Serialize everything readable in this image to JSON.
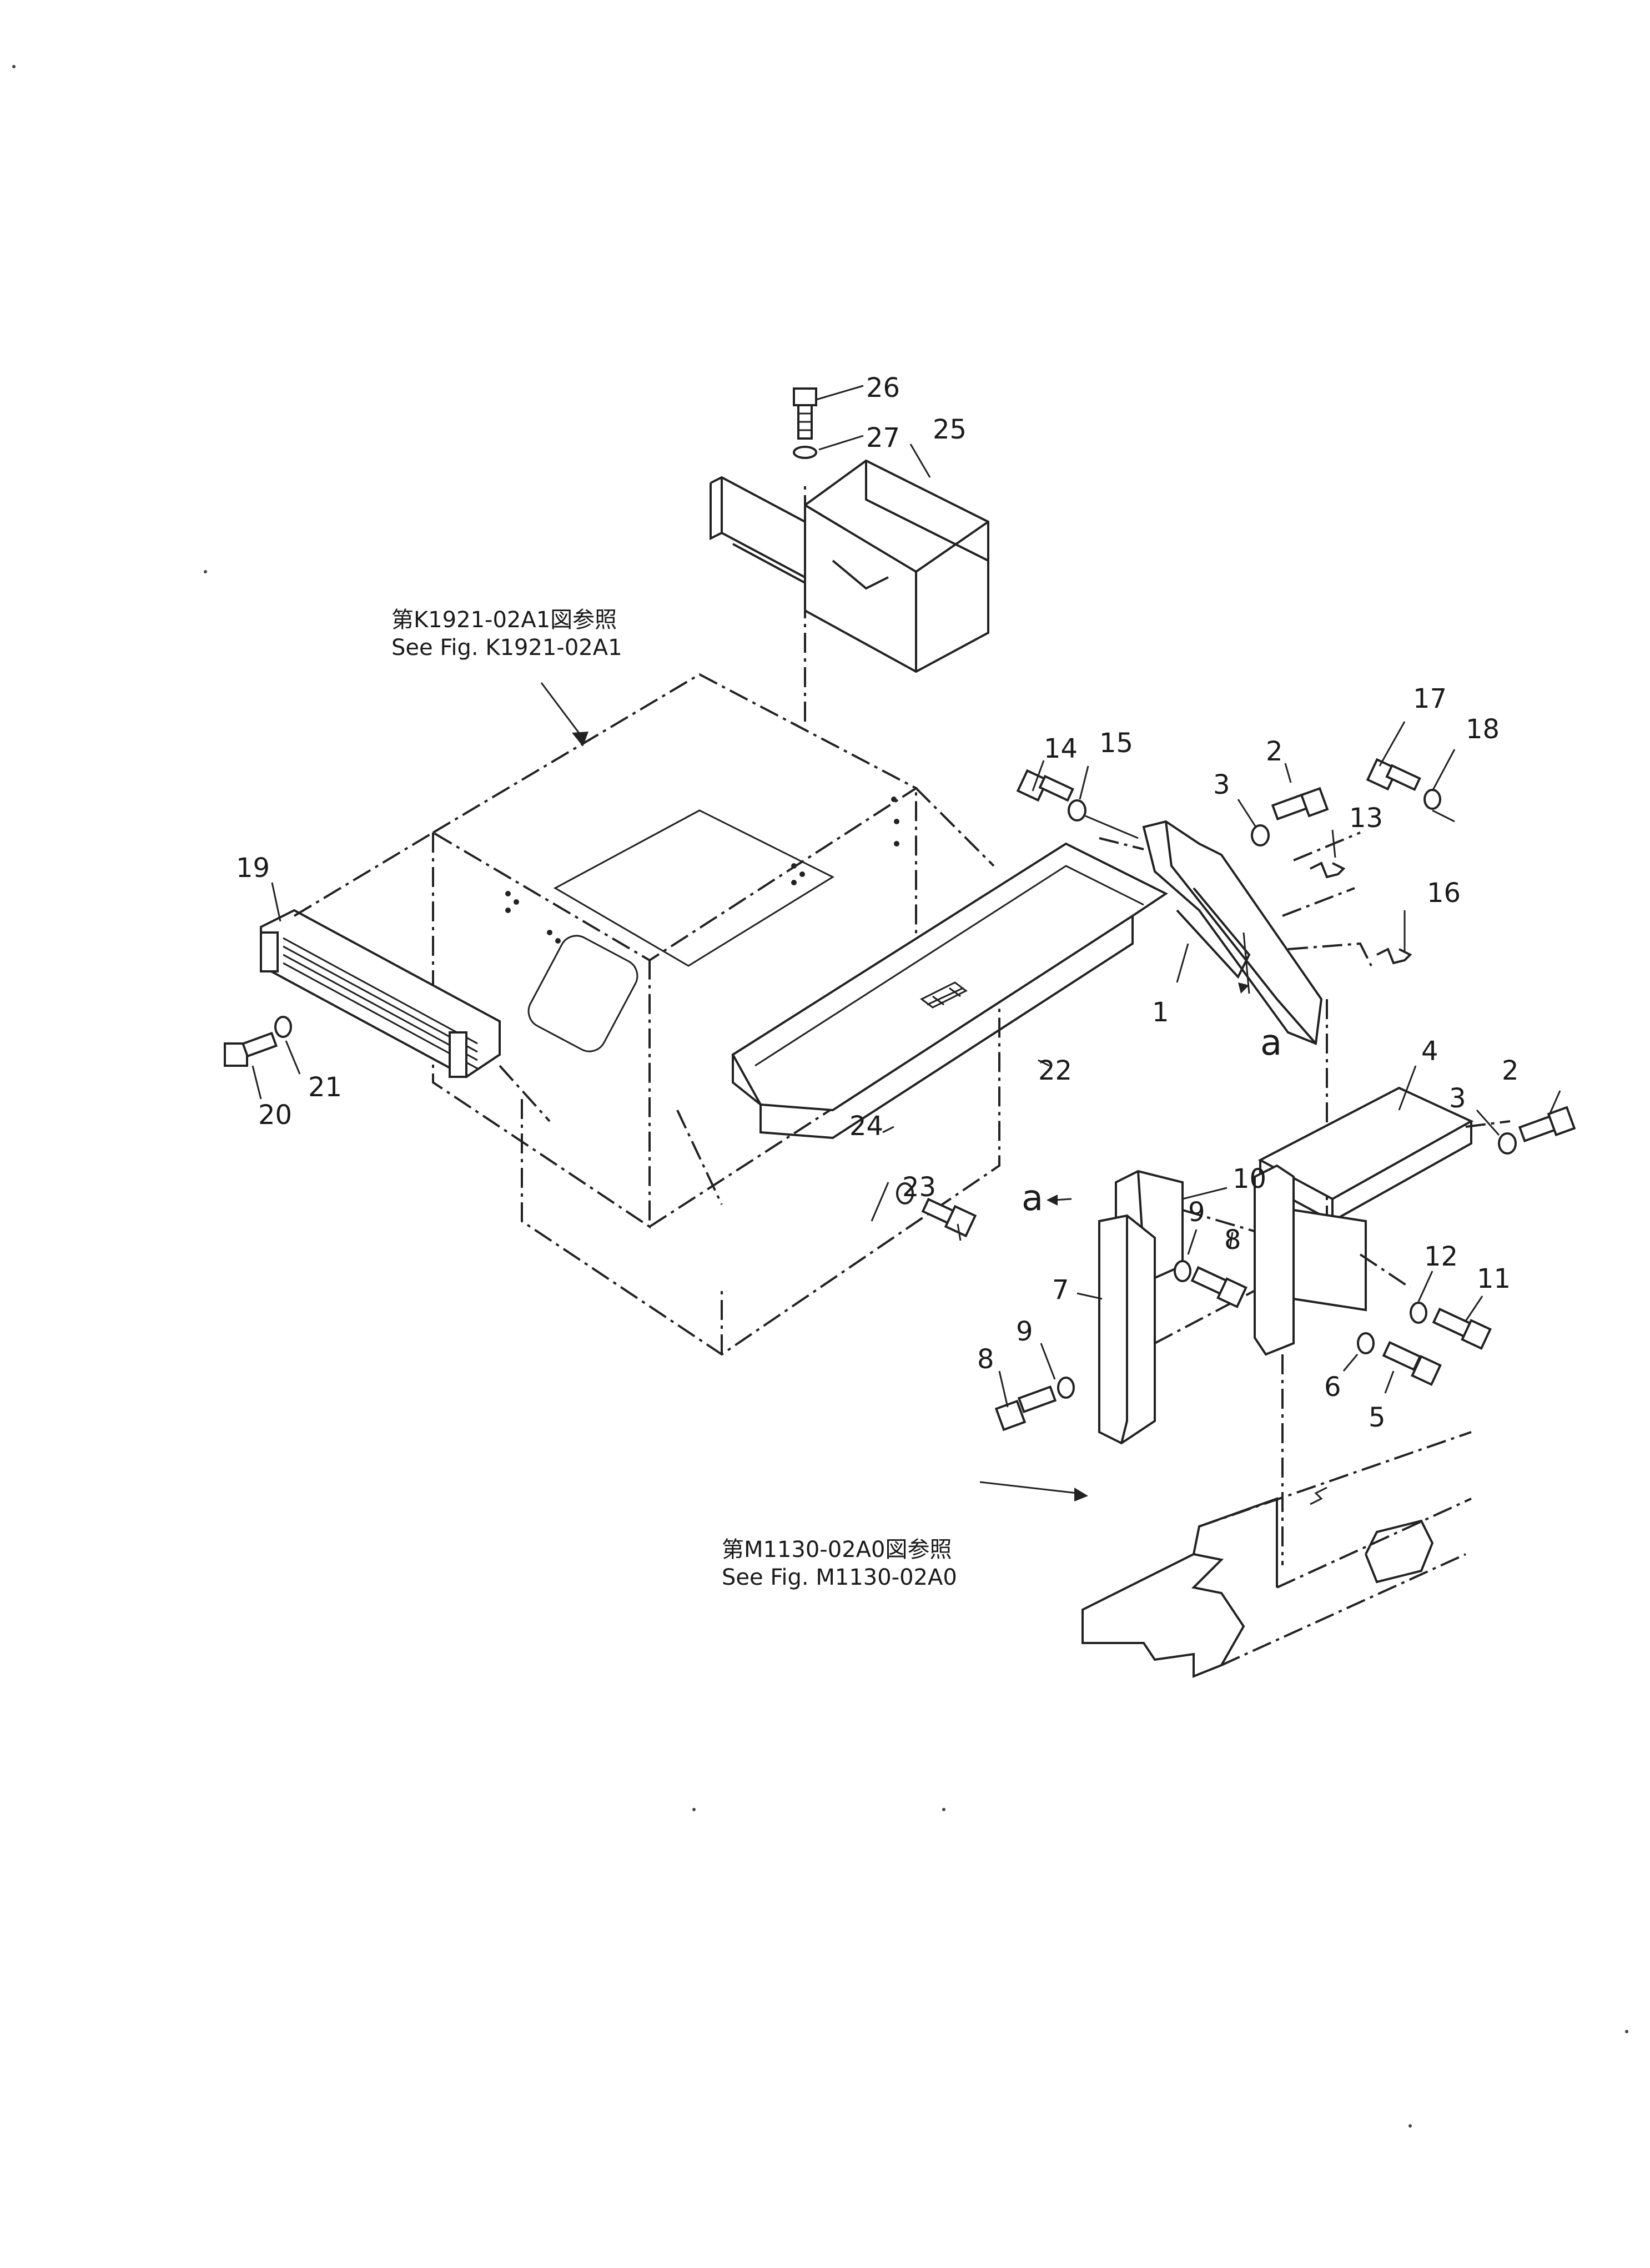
{
  "callouts": [
    {
      "id": "1",
      "text": "1"
    },
    {
      "id": "2a",
      "text": "2"
    },
    {
      "id": "2b",
      "text": "2"
    },
    {
      "id": "3a",
      "text": "3"
    },
    {
      "id": "3b",
      "text": "3"
    },
    {
      "id": "4",
      "text": "4"
    },
    {
      "id": "5",
      "text": "5"
    },
    {
      "id": "6",
      "text": "6"
    },
    {
      "id": "7",
      "text": "7"
    },
    {
      "id": "8a",
      "text": "8"
    },
    {
      "id": "8b",
      "text": "8"
    },
    {
      "id": "9a",
      "text": "9"
    },
    {
      "id": "9b",
      "text": "9"
    },
    {
      "id": "10",
      "text": "10"
    },
    {
      "id": "11",
      "text": "11"
    },
    {
      "id": "12",
      "text": "12"
    },
    {
      "id": "13",
      "text": "13"
    },
    {
      "id": "14",
      "text": "14"
    },
    {
      "id": "15",
      "text": "15"
    },
    {
      "id": "16",
      "text": "16"
    },
    {
      "id": "17",
      "text": "17"
    },
    {
      "id": "18",
      "text": "18"
    },
    {
      "id": "19",
      "text": "19"
    },
    {
      "id": "20",
      "text": "20"
    },
    {
      "id": "21",
      "text": "21"
    },
    {
      "id": "22",
      "text": "22"
    },
    {
      "id": "23",
      "text": "23"
    },
    {
      "id": "24",
      "text": "24"
    },
    {
      "id": "25",
      "text": "25"
    },
    {
      "id": "26",
      "text": "26"
    },
    {
      "id": "27",
      "text": "27"
    }
  ],
  "section_marks": [
    {
      "id": "a1",
      "text": "a"
    },
    {
      "id": "a2",
      "text": "a"
    }
  ],
  "references": {
    "top": {
      "line1": "第K1921-02A1図参照",
      "line2": "See  Fig. K1921-02A1"
    },
    "bottom": {
      "line1": "第M1130-02A0図参照",
      "line2": "See  Fig. M1130-02A0"
    }
  },
  "line_color": "#222222",
  "icons": [
    "bolt-icon",
    "washer-icon",
    "bracket-icon",
    "leader-arrow-icon"
  ]
}
